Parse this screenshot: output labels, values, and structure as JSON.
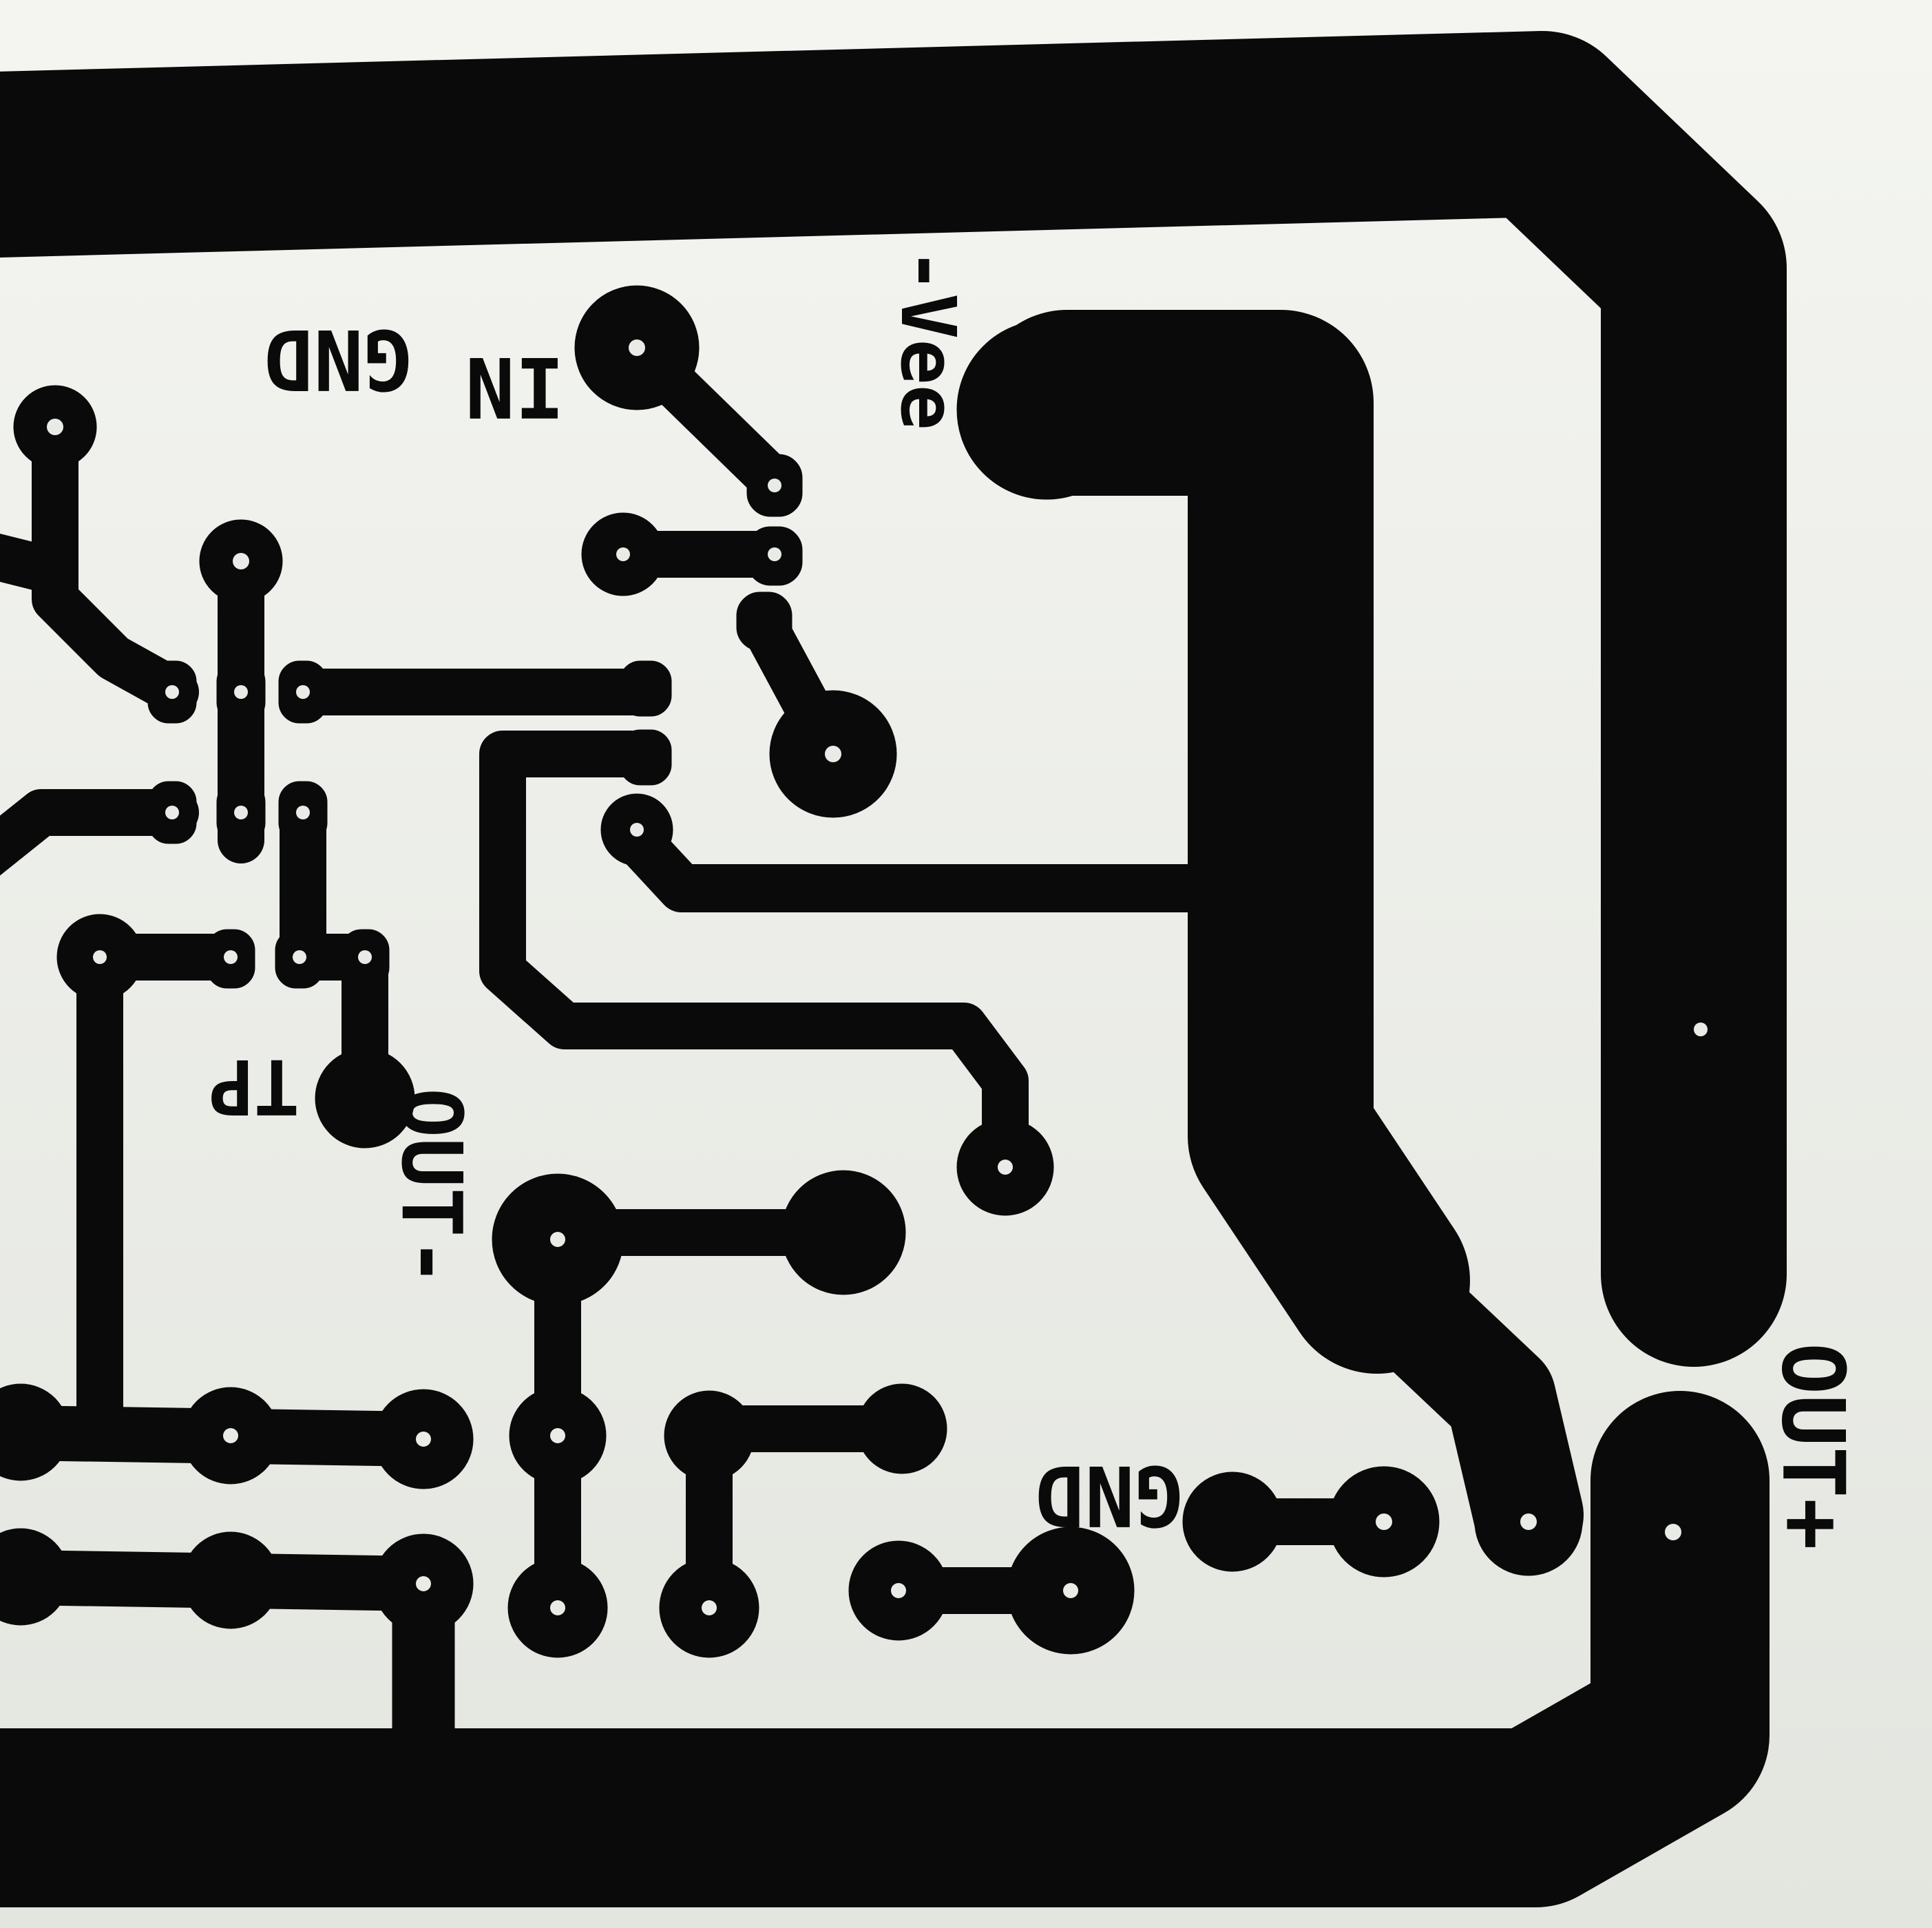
{
  "labels": {
    "gnd_top": "GND",
    "in": "IN",
    "vee": "-Vee",
    "tp": "TP",
    "out_minus": "OUT-",
    "gnd_bottom": "GND",
    "out_plus": "OUT+"
  },
  "colors": {
    "board": "#e9ebe6",
    "copper": "#0a0a0a",
    "drill": "#e9ebe6"
  }
}
